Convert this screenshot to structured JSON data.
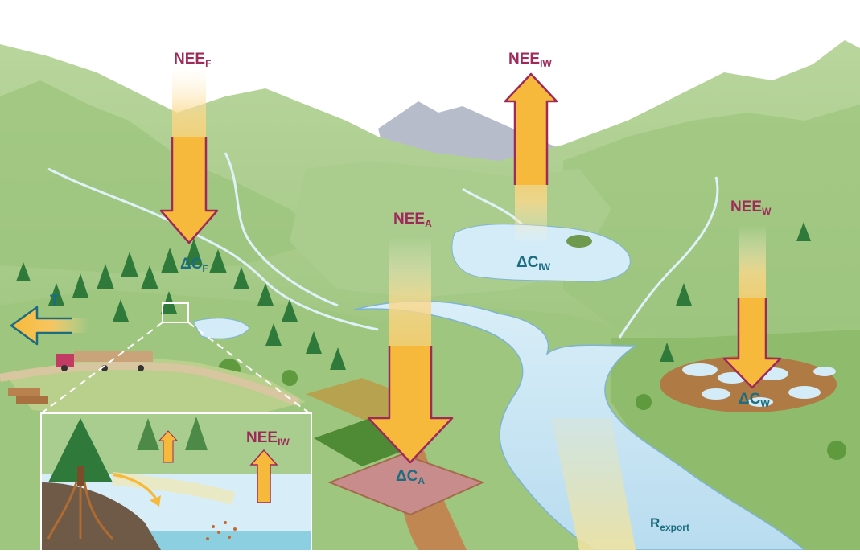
{
  "labels": {
    "nee_f": {
      "main": "NEE",
      "sub": "F"
    },
    "nee_iw": {
      "main": "NEE",
      "sub": "IW"
    },
    "nee_a": {
      "main": "NEE",
      "sub": "A"
    },
    "nee_w": {
      "main": "NEE",
      "sub": "W"
    },
    "dc_f": {
      "main": "ΔC",
      "sub": "F"
    },
    "dc_iw": {
      "main": "ΔC",
      "sub": "IW"
    },
    "dc_a": {
      "main": "ΔC",
      "sub": "A"
    },
    "dc_w": {
      "main": "ΔC",
      "sub": "W"
    },
    "t": "T",
    "r_export": {
      "main": "R",
      "sub": "export"
    },
    "inset_nee_iw": {
      "main": "NEE",
      "sub": "IW"
    }
  },
  "colors": {
    "flux_arrow": "#f6b93b",
    "arrow_outline": "#9e2a5a",
    "label_flux": "#9e2a5a",
    "label_stock": "#1b6d7f",
    "export_arrow": "#f6b93b",
    "export_outline": "#1b6d7f",
    "water": "#cfe8f5",
    "forest": "#2f7a3a",
    "hills": "#a9cc8c"
  },
  "icons": [
    "conifer-tree-icon",
    "deciduous-tree-icon",
    "logging-truck-icon",
    "log-pile-icon",
    "crop-field-icon",
    "wetland-pond-icon"
  ]
}
